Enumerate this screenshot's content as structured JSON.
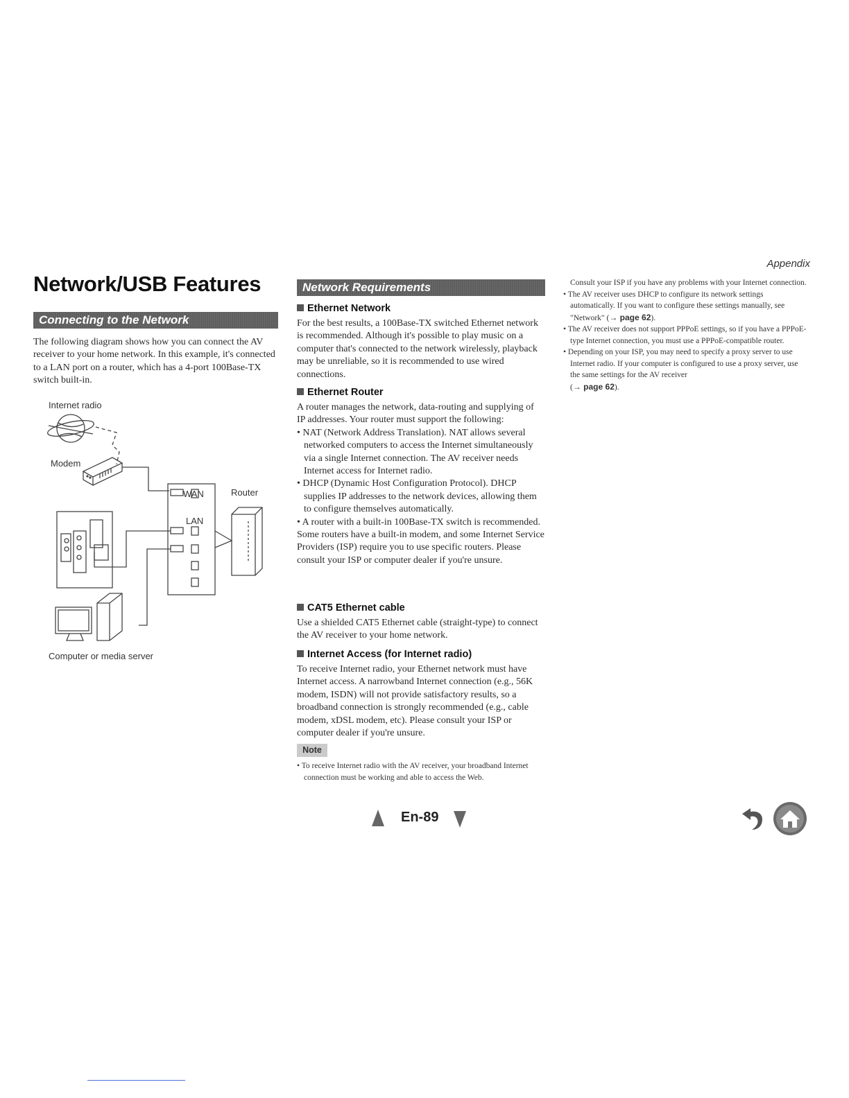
{
  "header": {
    "section": "Appendix"
  },
  "left": {
    "title": "Network/USB Features",
    "section_bar": "Connecting to the Network",
    "intro": "The following diagram shows how you can connect the AV receiver to your home network. In this example, it's connected to a LAN port on a router, which has a 4-port 100Base-TX switch built-in.",
    "diagram": {
      "internet_radio": "Internet radio",
      "modem": "Modem",
      "wan": "WAN",
      "lan": "LAN",
      "router": "Router",
      "computer": "Computer or media server"
    }
  },
  "middle": {
    "section_bar": "Network Requirements",
    "ethernet_network": {
      "heading": "Ethernet Network",
      "body": "For the best results, a 100Base-TX switched Ethernet network is recommended. Although it's possible to play music on a computer that's connected to the network wirelessly, playback may be unreliable, so it is recommended to use wired connections."
    },
    "ethernet_router": {
      "heading": "Ethernet Router",
      "body": "A router manages the network, data-routing and supplying of IP addresses. Your router must support the following:",
      "bullets": [
        "NAT (Network Address Translation). NAT allows several networked computers to access the Internet simultaneously via a single Internet connection. The AV receiver needs Internet access for Internet radio.",
        "DHCP (Dynamic Host Configuration Protocol). DHCP supplies IP addresses to the network devices, allowing them to configure themselves automatically.",
        "A router with a built-in 100Base-TX switch is recommended."
      ],
      "after": "Some routers have a built-in modem, and some Internet Service Providers (ISP) require you to use specific routers. Please consult your ISP or computer dealer if you're unsure."
    },
    "cat5": {
      "heading": "CAT5 Ethernet cable",
      "body": "Use a shielded CAT5 Ethernet cable (straight-type) to connect the AV receiver to your home network."
    },
    "internet_access": {
      "heading": "Internet Access (for Internet radio)",
      "body": "To receive Internet radio, your Ethernet network must have Internet access. A narrowband Internet connection (e.g., 56K modem, ISDN) will not provide satisfactory results, so a broadband connection is strongly recommended (e.g., cable modem, xDSL modem, etc). Please consult your ISP or computer dealer if you're unsure."
    },
    "note": {
      "label": "Note",
      "text": "To receive Internet radio with the AV receiver, your broadband Internet connection must be working and able to access the Web."
    }
  },
  "right": {
    "intro": "Consult your ISP if you have any problems with your Internet connection.",
    "b1": "The AV receiver uses DHCP to configure its network settings automatically. If you want to configure these settings manually, see \"Network\" (",
    "b1_link": "→ page 62",
    "b1_end": ").",
    "b2": "The AV receiver does not support PPPoE settings, so if you have a PPPoE-type Internet connection, you must use a PPPoE-compatible router.",
    "b3": "Depending on your ISP, you may need to specify a proxy server to use Internet radio. If your computer is configured to use a proxy server, use the same settings for the AV receiver",
    "b3_open": "(",
    "b3_link": "→ page 62",
    "b3_end": ")."
  },
  "footer": {
    "page_number": "En-89",
    "icons": [
      "prev-page-arrow-icon",
      "next-page-arrow-icon",
      "back-arrow-icon",
      "home-icon"
    ]
  }
}
